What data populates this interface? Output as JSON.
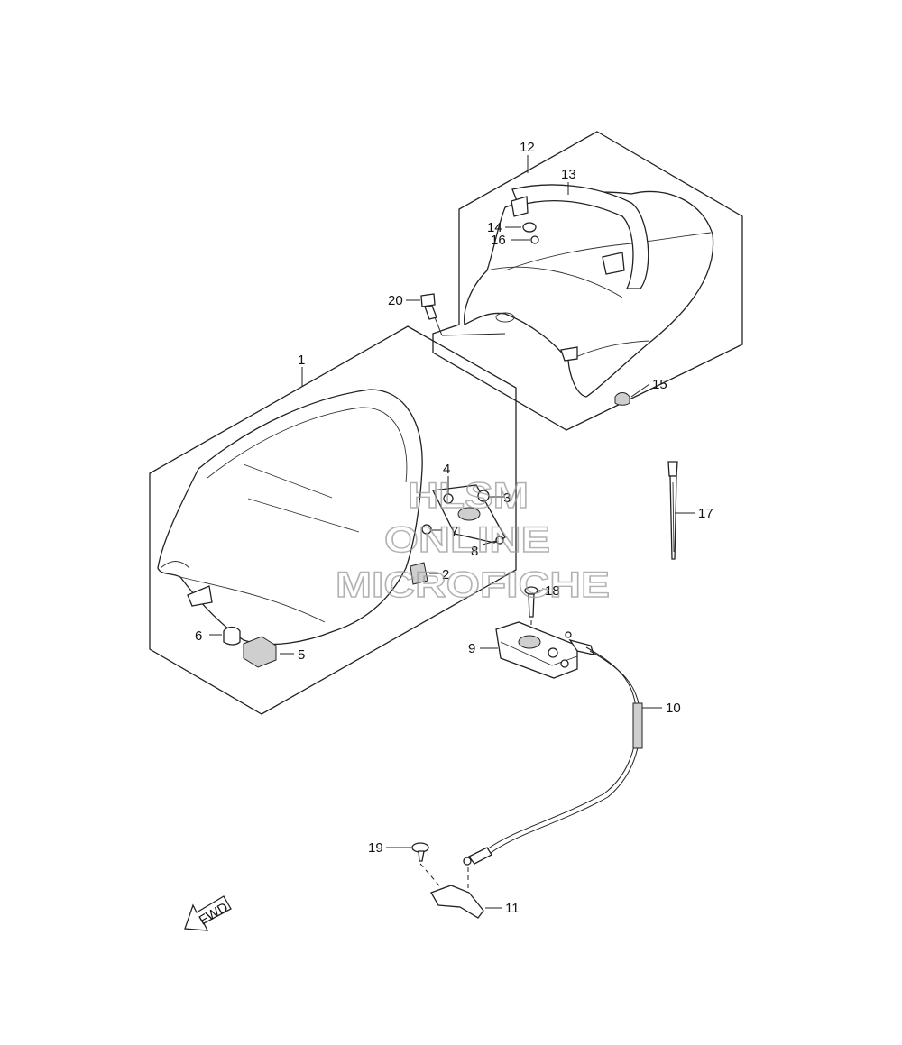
{
  "callouts": [
    {
      "id": "1",
      "label": "1"
    },
    {
      "id": "2",
      "label": "2"
    },
    {
      "id": "3",
      "label": "3"
    },
    {
      "id": "4",
      "label": "4"
    },
    {
      "id": "5",
      "label": "5"
    },
    {
      "id": "6",
      "label": "6"
    },
    {
      "id": "7",
      "label": "7"
    },
    {
      "id": "8",
      "label": "8"
    },
    {
      "id": "9",
      "label": "9"
    },
    {
      "id": "10",
      "label": "10"
    },
    {
      "id": "11",
      "label": "11"
    },
    {
      "id": "12",
      "label": "12"
    },
    {
      "id": "13",
      "label": "13"
    },
    {
      "id": "14",
      "label": "14"
    },
    {
      "id": "15",
      "label": "15"
    },
    {
      "id": "16",
      "label": "16"
    },
    {
      "id": "17",
      "label": "17"
    },
    {
      "id": "18",
      "label": "18"
    },
    {
      "id": "19",
      "label": "19"
    },
    {
      "id": "20",
      "label": "20"
    }
  ],
  "watermark": {
    "line1": "HLSM",
    "line2": "ONLINE",
    "line3": "MICROFICHE"
  },
  "direction_arrow": {
    "label": "FWD"
  }
}
